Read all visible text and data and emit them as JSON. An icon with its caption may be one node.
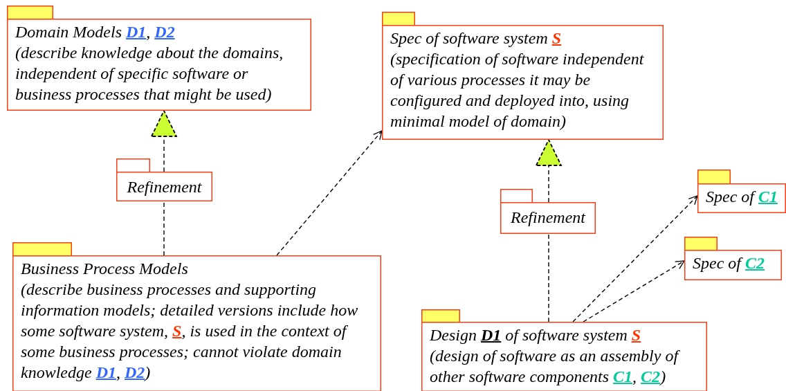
{
  "diagram": {
    "nodes": [
      {
        "text": [
          "Domain Models **D1**, **D2**",
          "(describe knowledge about the domains, independent of specific software or business processes that might be used)"
        ]
      },
      {
        "text": [
          "Spec of software system **S**",
          "(specification of software independent of various processes it may be configured and deployed into, using minimal model of domain)"
        ]
      },
      {
        "text": [
          "Refinement"
        ]
      },
      {
        "text": [
          "Business Process Models",
          "(describe business processes and supporting information models; detailed versions include how some software system, **S**, is used in the context of some business processes; cannot violate domain knowledge **D1**, **D2**)"
        ]
      },
      {
        "text": [
          "Refinement"
        ]
      },
      {
        "text": [
          "Spec of **C1**"
        ]
      },
      {
        "text": [
          "Spec of **C2**"
        ]
      },
      {
        "text": [
          "Design **D1** of software system **S**",
          "(design of software as an assembly of other software components **C1**, **C2**)"
        ]
      }
    ],
    "edges": [
      {
        "from": 3,
        "to": 2,
        "arrow": "none"
      },
      {
        "from": 2,
        "to": 0,
        "arrow": "to"
      },
      {
        "from": 3,
        "to": 1,
        "arrow": "to"
      },
      {
        "from": 7,
        "to": 4,
        "arrow": "none"
      },
      {
        "from": 4,
        "to": 1,
        "arrow": "to"
      },
      {
        "from": 7,
        "to": 5,
        "arrow": "to"
      },
      {
        "from": 7,
        "to": 6,
        "arrow": "to"
      }
    ]
  }
}
